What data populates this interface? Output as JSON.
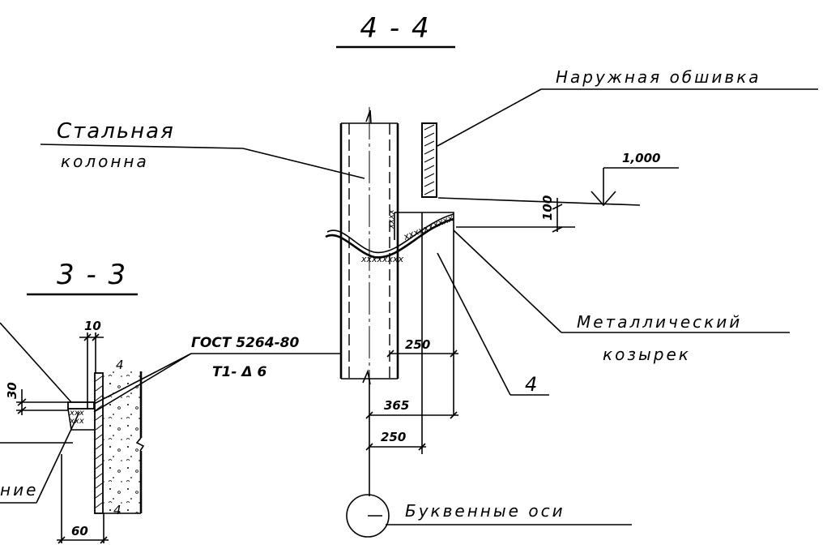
{
  "section_44": {
    "title": "4 - 4",
    "labels": {
      "outer_cladding": "Наружная обшивка",
      "steel_column_1": "Стальная",
      "steel_column_2": "колонна",
      "metal_canopy_1": "Металлический",
      "metal_canopy_2": "козырек",
      "letter_axes": "Буквенные оси"
    },
    "marks": {
      "elevation": "1,000",
      "dim_100": "100",
      "dim_250_top": "250",
      "dim_365": "365",
      "dim_250_bottom": "250",
      "callout_4": "4"
    }
  },
  "section_33": {
    "title": "3 - 3",
    "labels": {
      "gost": "ГОСТ 5264-80",
      "weld": "Т1- Δ 6",
      "partial_label": "ние"
    },
    "marks": {
      "dim_10": "10",
      "dim_30": "30",
      "dim_60": "60",
      "small_4": "4"
    }
  }
}
